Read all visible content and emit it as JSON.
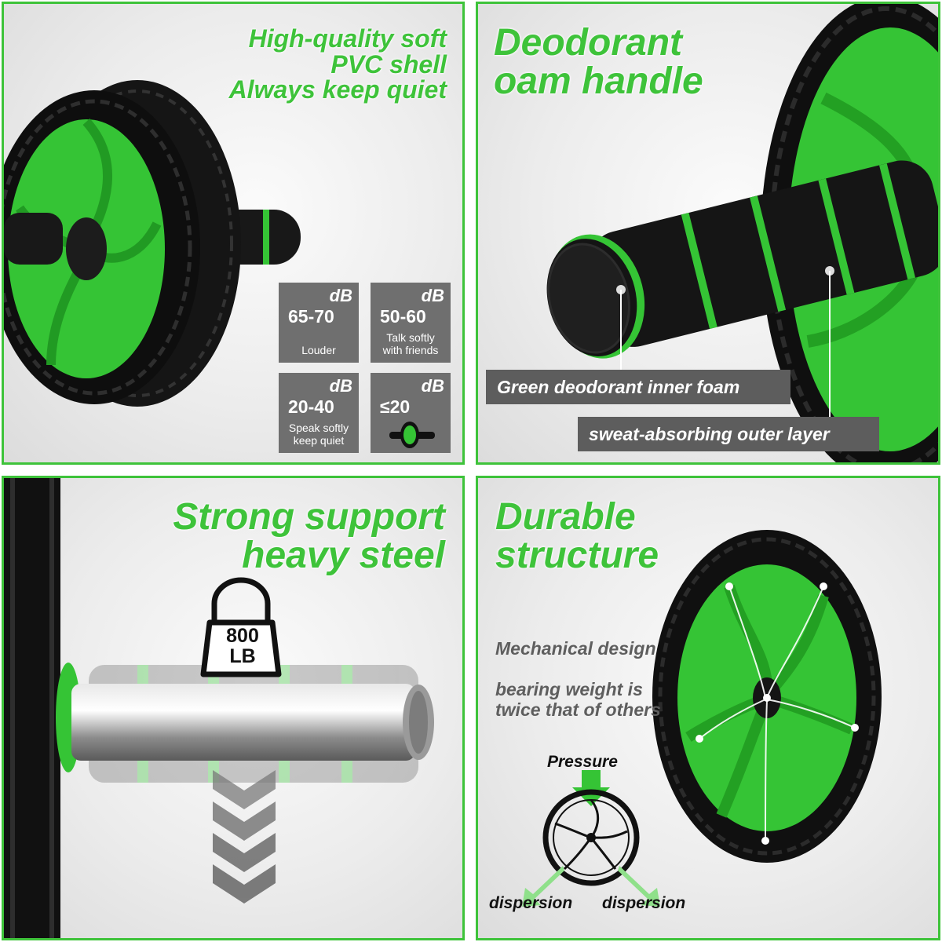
{
  "colors": {
    "accent": "#3ec33a",
    "tile_bg": "#6f6f6f",
    "bar_bg": "#5d5d5d"
  },
  "panel_quiet": {
    "headline": [
      "High-quality soft",
      "PVC shell",
      "Always keep quiet"
    ],
    "tiles": [
      {
        "unit": "dB",
        "value": "65-70",
        "desc": "Louder"
      },
      {
        "unit": "dB",
        "value": "50-60",
        "desc": "Talk softly with friends"
      },
      {
        "unit": "dB",
        "value": "20-40",
        "desc": "Speak softly keep quiet"
      },
      {
        "unit": "dB",
        "value": "≤20",
        "desc": ""
      }
    ]
  },
  "panel_handle": {
    "headline": [
      "Deodorant",
      "oam handle"
    ],
    "callouts": [
      "Green deodorant inner foam",
      "sweat-absorbing outer layer"
    ]
  },
  "panel_steel": {
    "headline": [
      "Strong support",
      "heavy steel"
    ],
    "weight_badge": [
      "800",
      "LB"
    ],
    "icons": [
      "weight-lock-icon",
      "down-chevrons-icon"
    ]
  },
  "panel_structure": {
    "headline": [
      "Durable",
      "structure"
    ],
    "notes": [
      "Mechanical design",
      "bearing weight is",
      "twice that of others"
    ],
    "pressure_label": "Pressure",
    "dispersion_labels": [
      "dispersion",
      "dispersion"
    ]
  }
}
